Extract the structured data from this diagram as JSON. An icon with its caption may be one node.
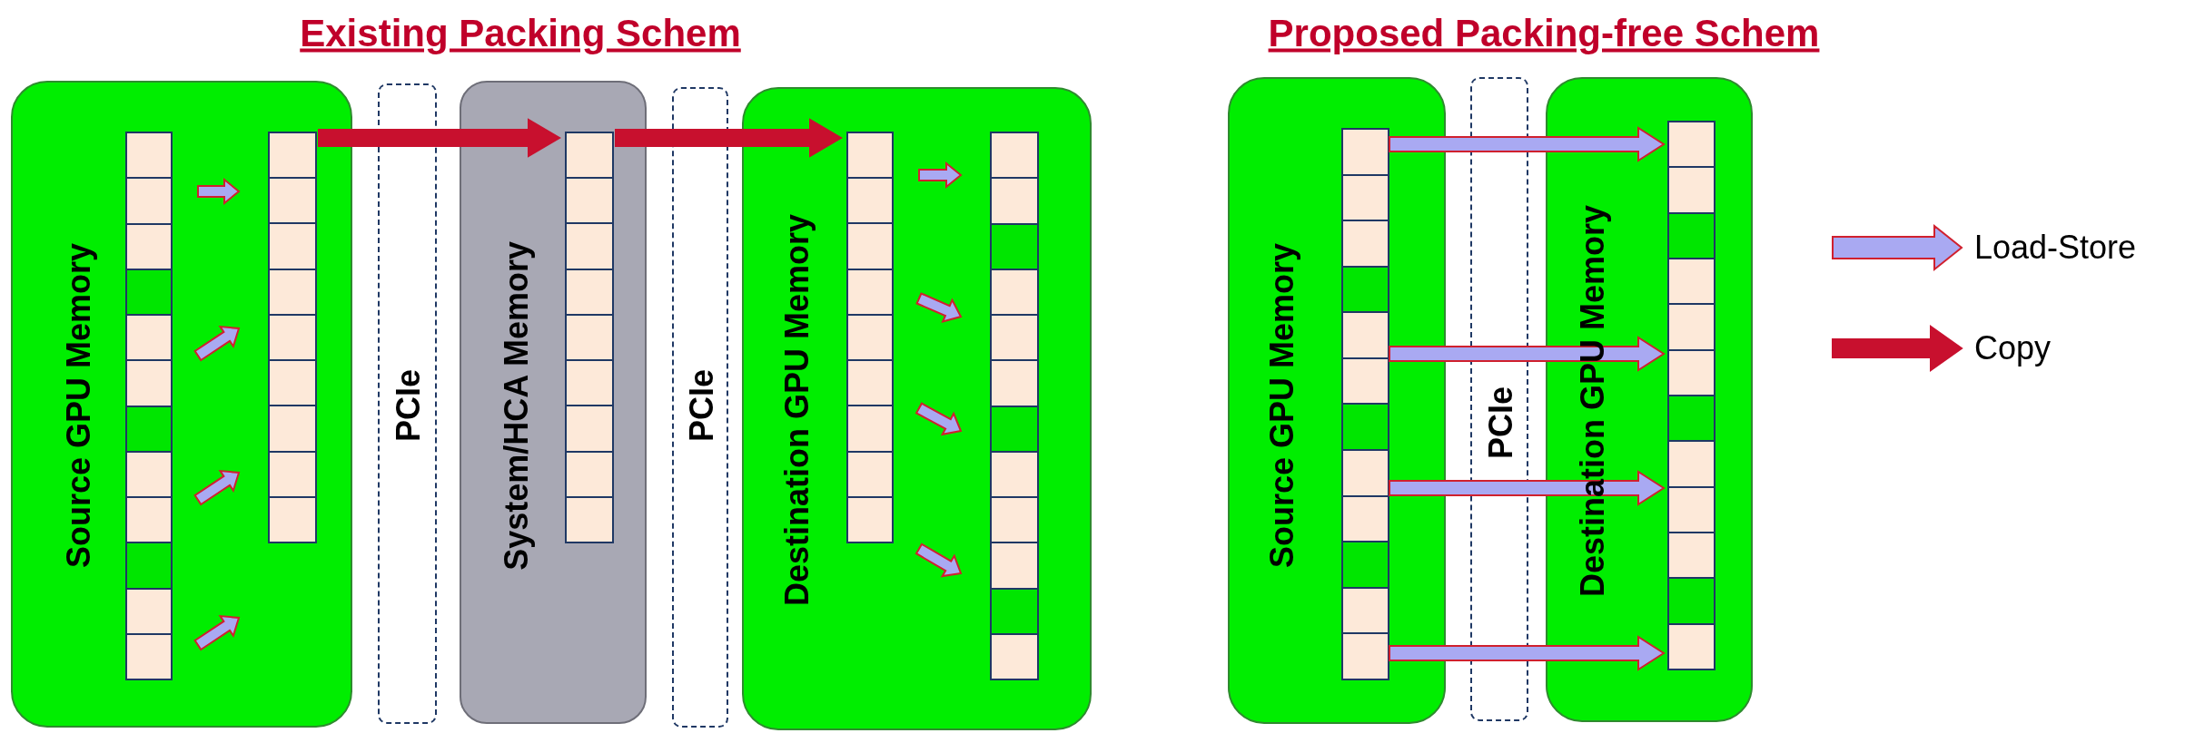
{
  "diagram": {
    "nodes": [
      {
        "text": [
          "Source GPU Memory"
        ]
      },
      {
        "text": [],
        "shape": "bar",
        "in": 0
      },
      {
        "text": [],
        "shape": "bar",
        "in": 0
      },
      {
        "text": [
          "PCIe"
        ]
      },
      {
        "text": [
          "System/HCA Memory"
        ]
      },
      {
        "text": [],
        "shape": "bar",
        "in": 4
      },
      {
        "text": [
          "PCIe"
        ]
      },
      {
        "text": [
          "Destination GPU Memory"
        ]
      },
      {
        "text": [],
        "shape": "bar",
        "in": 7
      },
      {
        "text": [],
        "shape": "bar",
        "in": 7
      },
      {
        "text": [
          "Source GPU Memory"
        ]
      },
      {
        "text": [],
        "shape": "bar",
        "in": 10
      },
      {
        "text": [
          "PCIe"
        ]
      },
      {
        "text": [
          "Destination GPU Memory"
        ]
      },
      {
        "text": [],
        "shape": "bar",
        "in": 13
      }
    ],
    "edges": [
      {
        "from": 1,
        "to": 2,
        "arrow": "to"
      },
      {
        "from": 1,
        "to": 2,
        "arrow": "to"
      },
      {
        "from": 1,
        "to": 2,
        "arrow": "to"
      },
      {
        "from": 1,
        "to": 2,
        "arrow": "to"
      },
      {
        "from": 2,
        "to": 5,
        "arrow": "to",
        "style": "thick",
        "color": "#c8102e"
      },
      {
        "from": 5,
        "to": 8,
        "arrow": "to",
        "style": "thick",
        "color": "#c8102e"
      },
      {
        "from": 8,
        "to": 9,
        "arrow": "to"
      },
      {
        "from": 8,
        "to": 9,
        "arrow": "to"
      },
      {
        "from": 8,
        "to": 9,
        "arrow": "to"
      },
      {
        "from": 8,
        "to": 9,
        "arrow": "to"
      },
      {
        "from": 11,
        "to": 14,
        "arrow": "to"
      },
      {
        "from": 11,
        "to": 14,
        "arrow": "to"
      },
      {
        "from": 11,
        "to": 14,
        "arrow": "to"
      },
      {
        "from": 11,
        "to": 14,
        "arrow": "to"
      }
    ],
    "labels": [
      "Existing Packing Schem",
      "Proposed Packing-free Schem"
    ],
    "legend": [
      {
        "text": "Load-Store"
      },
      {
        "text": "Copy"
      }
    ]
  }
}
